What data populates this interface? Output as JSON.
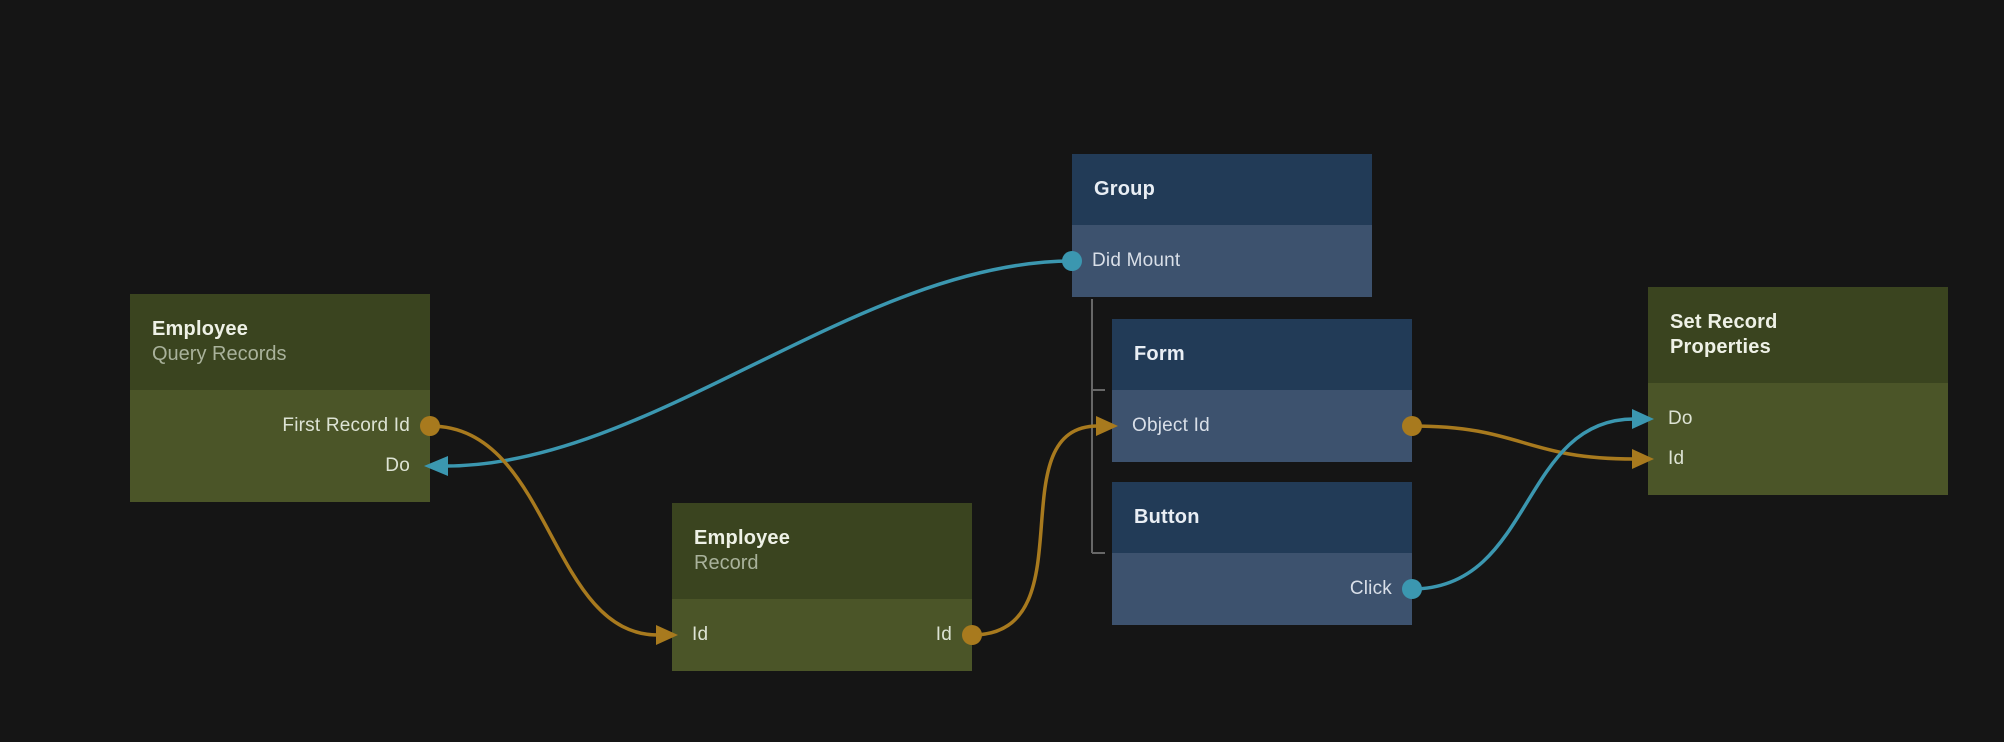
{
  "colors": {
    "background": "#151515",
    "olive_header": "#3a441f",
    "olive_body": "#4b5528",
    "blue_header": "#223b57",
    "blue_body": "#3d526e",
    "wire_orange": "#a87a1e",
    "wire_teal": "#3b97b0",
    "tree_line": "#757575"
  },
  "nodes": {
    "employee_query": {
      "title": "Employee",
      "subtitle": "Query Records",
      "ports": {
        "first_record_id": "First Record Id",
        "do": "Do"
      }
    },
    "group": {
      "title": "Group",
      "ports": {
        "did_mount": "Did Mount"
      }
    },
    "form": {
      "title": "Form",
      "ports": {
        "object_id": "Object Id"
      }
    },
    "button": {
      "title": "Button",
      "ports": {
        "click": "Click"
      }
    },
    "employee_record": {
      "title": "Employee",
      "subtitle": "Record",
      "ports": {
        "id_in": "Id",
        "id_out": "Id"
      }
    },
    "set_record_properties": {
      "title": "Set Record Properties",
      "ports": {
        "do": "Do",
        "id": "Id"
      }
    }
  },
  "hierarchy": {
    "group_children": [
      "Form",
      "Button"
    ]
  },
  "connections": [
    {
      "from": "Group.Did Mount",
      "to": "Employee Query Records.Do",
      "color": "teal"
    },
    {
      "from": "Employee Query Records.First Record Id",
      "to": "Employee Record.Id",
      "color": "orange"
    },
    {
      "from": "Employee Record.Id",
      "to": "Form.Object Id",
      "color": "orange"
    },
    {
      "from": "Form.Object Id",
      "to": "Set Record Properties.Id",
      "color": "orange"
    },
    {
      "from": "Button.Click",
      "to": "Set Record Properties.Do",
      "color": "teal"
    }
  ]
}
